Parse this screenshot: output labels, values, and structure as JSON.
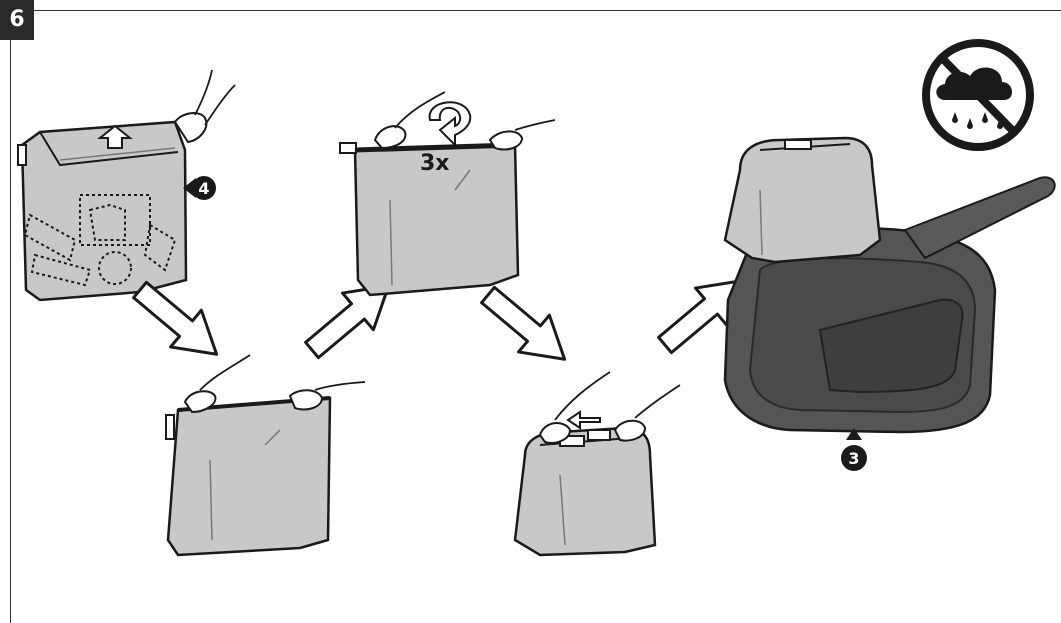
{
  "step": {
    "number": "6"
  },
  "callouts": {
    "clothing_ref": "4",
    "bag_ref": "3"
  },
  "roll_instruction": {
    "count": "3x"
  },
  "icons": {
    "no_rain": "no-rain-icon",
    "direction_arrow": "outline-arrow-icon",
    "rotate_arrow": "curved-rotate-arrow-icon",
    "pull_arrow": "small-pull-arrow-icon"
  },
  "colors": {
    "bag_light": "#c8c8c8",
    "bag_dark": "#555555",
    "outline": "#1a1a1a",
    "badge": "#2a2a2a"
  }
}
